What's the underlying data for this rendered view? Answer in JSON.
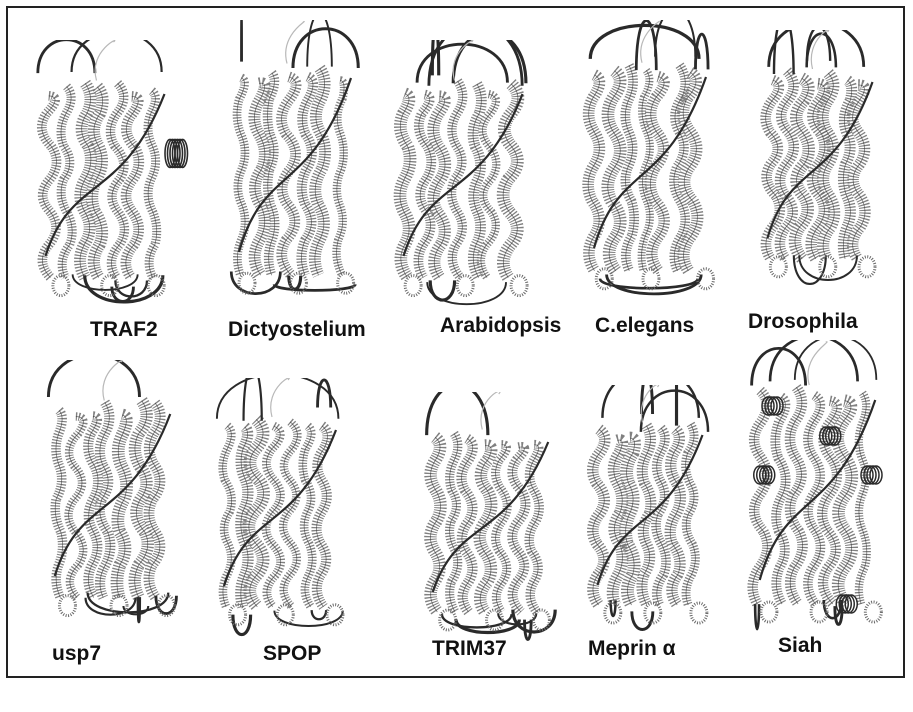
{
  "figure": {
    "colors": {
      "frame": "#222222",
      "strand": "#6a6a6a",
      "coil": "#2a2a2a",
      "faint": "#b8b8b8"
    },
    "top_row": [
      {
        "id": "traf2",
        "label": "TRAF2",
        "helix": true
      },
      {
        "id": "dicty",
        "label": "Dictyostelium",
        "helix": false
      },
      {
        "id": "arab",
        "label": "Arabidopsis",
        "helix": false
      },
      {
        "id": "celeg",
        "label": "C.elegans",
        "helix": false
      },
      {
        "id": "droso",
        "label": "Drosophila",
        "helix": false
      }
    ],
    "bottom_row": [
      {
        "id": "usp7",
        "label": "usp7",
        "helix": false
      },
      {
        "id": "spop",
        "label": "SPOP",
        "helix": false
      },
      {
        "id": "trim37",
        "label": "TRIM37",
        "helix": false
      },
      {
        "id": "meprin",
        "label": "Meprin α",
        "helix": false
      },
      {
        "id": "siah",
        "label": "Siah",
        "helix": true
      }
    ]
  }
}
